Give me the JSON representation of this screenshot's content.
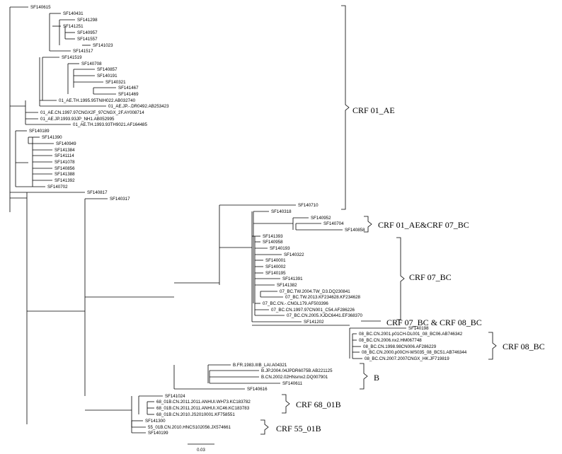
{
  "tree": {
    "taxa": [
      "SF140615",
      "SF140431",
      "SF141298",
      "SF141251",
      "SF140957",
      "SF141557",
      "SF141023",
      "SF141517",
      "SF141519",
      "SF140708",
      "SF140857",
      "SF140191",
      "SF140321",
      "SF141467",
      "SF141469",
      "01_AE.TH.1995.95TNIH022.AB032740",
      "01_AE.JP.-.DR0492.AB253423",
      "01_AE.CN.1997.97CNGX2F_97CNGX_2F.AY008714",
      "01_AE.JP.1993.93JP_NH1.AB052995",
      "01_AE.TH.1993.93TH9021.AF164485",
      "SF140189",
      "SF141390",
      "SF140949",
      "SF141384",
      "SF141114",
      "SF141078",
      "SF140856",
      "SF141388",
      "SF141392",
      "SF140702",
      "SF140817",
      "SF140317",
      "SF140710",
      "SF140318",
      "SF140952",
      "SF140704",
      "SF140858",
      "SF141393",
      "SF140958",
      "SF140193",
      "SF140322",
      "SF140001",
      "SF140002",
      "SF140195",
      "SF141391",
      "SF141382",
      "07_BC.TW.2004.TW_D3.DQ230841",
      "07_BC.TW.2013.KF234628.KF234628",
      "07_BC.CN.-.CNGL179.AF503396",
      "07_BC.CN.1997.97CN001_C54.AF286226",
      "07_BC.CN.2005.XJDC6441.EF368370",
      "SF141202",
      "SF140198",
      "08_BC.CN.2001.p01CH-DL001_08_BC06.AB746342",
      "08_BC.CN.2006.nx2.HM067748",
      "08_BC.CN.1998.98CN006.AF286229",
      "08_BC.CN.2000.p00CH-WS035_08_BC51.AB746344",
      "08_BC.CN.2007.2007CNGX_HK.JF719819",
      "B.FR.1983.IIIB_LAI.A04321",
      "B.JP.2004.04JPDR6075B.AB221125",
      "B.CN.2002.02HNsmx2.DQ007901",
      "SF140611",
      "SF140616",
      "SF141024",
      "68_01B.CN.2011.2011.ANHUI.WH73.KC183782",
      "68_01B.CN.2011.2011.ANHUI.XC46.KC183783",
      "68_01B.CN.2010.JS2010001.KF758551",
      "SF141300",
      "55_01B.CN.2010.HNCS102056.JX574661",
      "SF140199"
    ],
    "clades": [
      "CRF 01_AE",
      "CRF 01_AE&CRF 07_BC",
      "CRF 07_BC",
      "CRF 07_BC & CRF 08_BC",
      "CRF 08_BC",
      "B",
      "CRF 68_01B",
      "CRF 55_01B"
    ],
    "scale_label": "0.03"
  }
}
